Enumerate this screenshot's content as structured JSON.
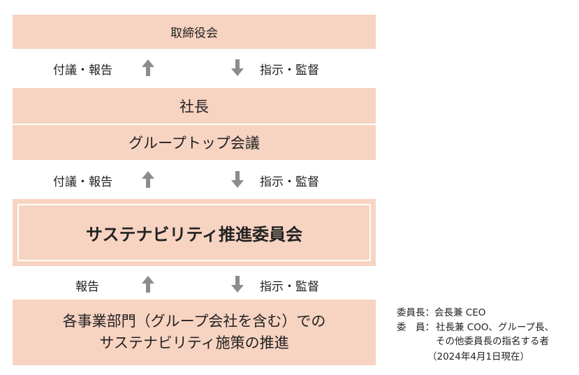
{
  "diagram": {
    "board": "取締役会",
    "president": "社長",
    "group_meeting": "グループトップ会議",
    "committee": "サステナビリティ推進委員会",
    "business_line1": "各事業部門（グループ会社を含む）での",
    "business_line2": "サステナビリティ施策の推進",
    "up_label_1": "付議・報告",
    "down_label_1": "指示・監督",
    "up_label_2": "付議・報告",
    "down_label_2": "指示・監督",
    "up_label_3": "報告",
    "down_label_3": "指示・監督"
  },
  "notes": {
    "chair": "委員長：会長兼 CEO",
    "members_key": "委　員：",
    "members_line1": "社長兼 COO、グループ長、",
    "members_line2": "その他委員長の指名する者",
    "as_of": "（2024年4月1日現在）"
  },
  "colors": {
    "box_fill": "#f7d3c1",
    "arrow": "#8c8c8c"
  }
}
